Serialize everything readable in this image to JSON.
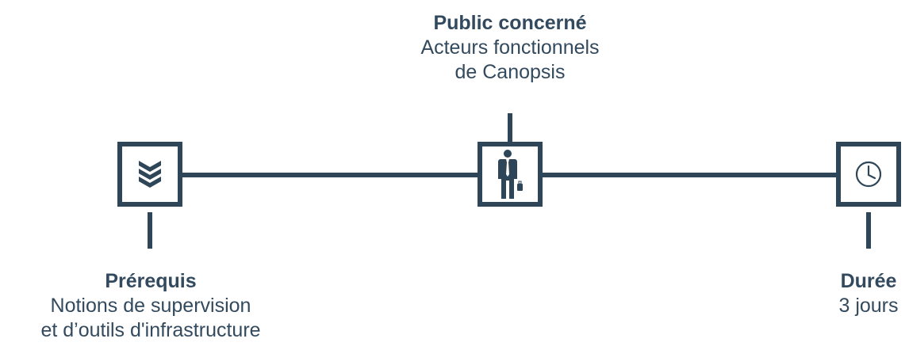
{
  "colors": {
    "primary": "#2f4558",
    "text": "#334a5e"
  },
  "items": [
    {
      "icon": "chevrons-down-icon",
      "title": "Prérequis",
      "lines": [
        "Notions de supervision",
        "et d’outils d'infrastructure"
      ]
    },
    {
      "icon": "businessman-icon",
      "title": "Public concerné",
      "lines": [
        "Acteurs fonctionnels",
        "de Canopsis"
      ]
    },
    {
      "icon": "clock-icon",
      "title": "Durée",
      "lines": [
        "3 jours"
      ]
    }
  ]
}
